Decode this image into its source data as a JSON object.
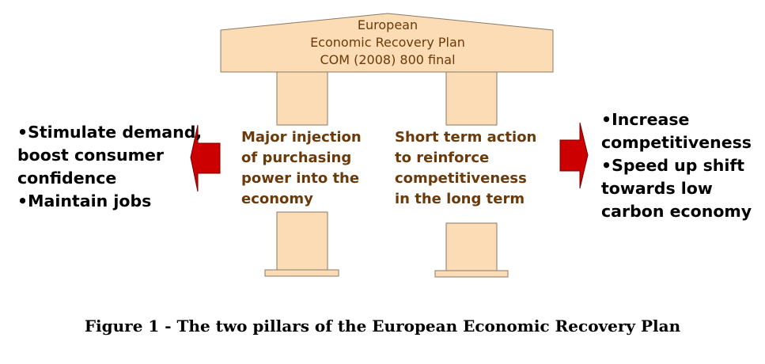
{
  "roof": {
    "lines": [
      "European",
      "Economic Recovery Plan",
      "COM (2008) 800 final"
    ]
  },
  "left_pillar": {
    "lines": [
      "Major injection",
      "of purchasing",
      "power into the",
      "economy"
    ]
  },
  "right_pillar": {
    "lines": [
      "Short term action",
      "to reinforce",
      "competitiveness",
      "in the long term"
    ]
  },
  "left_goals": {
    "lines": [
      "•Stimulate demand,",
      "boost consumer",
      "confidence",
      "•Maintain jobs"
    ]
  },
  "right_goals": {
    "lines": [
      "•Increase",
      "competitiveness",
      "•Speed up shift",
      "towards low",
      "carbon economy"
    ]
  },
  "caption": "Figure 1 - The two pillars of the European Economic Recovery Plan",
  "colors": {
    "pillar_fill": "#fcdcb4",
    "pillar_stroke": "#8a7a66",
    "arrow_fill": "#cc0000",
    "pillar_text": "#6b3a0a"
  }
}
